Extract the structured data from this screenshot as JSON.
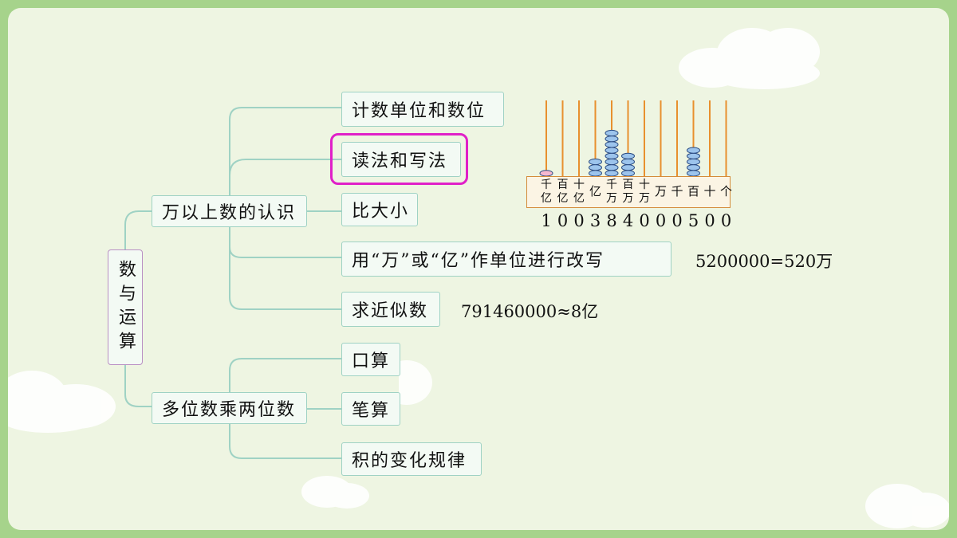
{
  "mindmap": {
    "root": "数与运算",
    "branch1": {
      "label": "万以上数的认识",
      "children": [
        "计数单位和数位",
        "读法和写法",
        "比大小",
        "用“万”或“亿”作单位进行改写",
        "求近似数"
      ]
    },
    "branch2": {
      "label": "多位数乘两位数",
      "children": [
        "口算",
        "笔算",
        "积的变化规律"
      ]
    },
    "highlighted_item": "读法和写法"
  },
  "examples": {
    "rewrite": "5200000=520万",
    "approx": "791460000≈8亿"
  },
  "abacus": {
    "place_labels": [
      "千亿",
      "百亿",
      "十亿",
      "亿",
      "千万",
      "百万",
      "十万",
      "万",
      "千",
      "百",
      "十",
      "个"
    ],
    "digits": [
      "1",
      "0",
      "0",
      "3",
      "8",
      "4",
      "0",
      "0",
      "0",
      "5",
      "0",
      "0"
    ],
    "bead_counts": [
      1,
      0,
      0,
      3,
      8,
      4,
      0,
      0,
      0,
      5,
      0,
      0
    ]
  },
  "colors": {
    "border": "#a6d38b",
    "connector": "#9fd2c4",
    "highlight": "#e020c8",
    "rod": "#e8902e",
    "bead": "#9cc4ec"
  }
}
